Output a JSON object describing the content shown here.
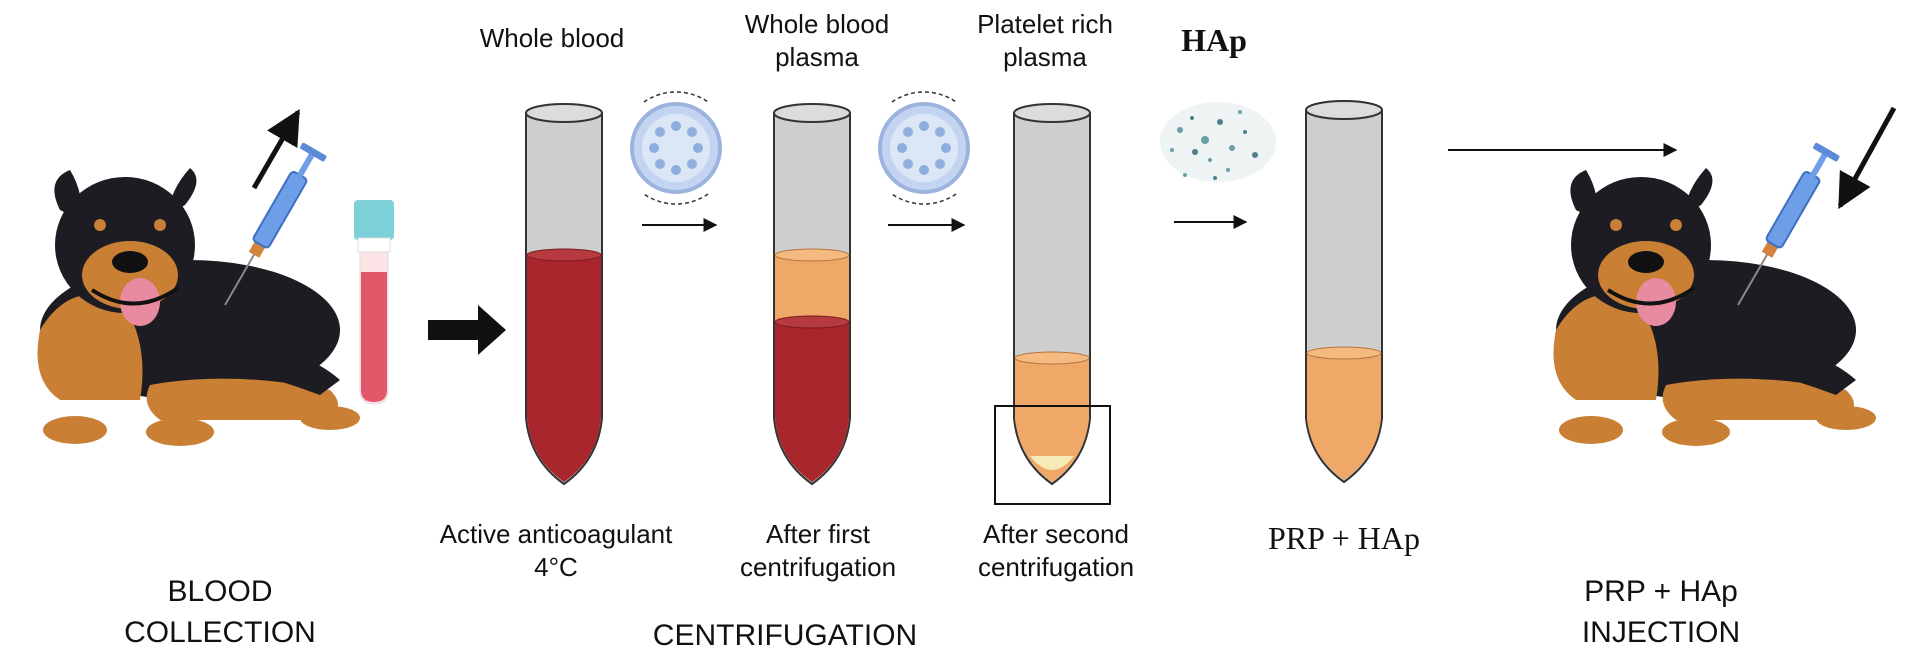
{
  "labels": {
    "whole_blood": "Whole blood",
    "whole_blood_plasma_line1": "Whole blood",
    "whole_blood_plasma_line2": "plasma",
    "prp_line1": "Platelet rich",
    "prp_line2": "plasma",
    "hap": "HAp",
    "active_anticoagulant_line1": "Active anticoagulant",
    "active_anticoagulant_line2": "4°C",
    "after_first_line1": "After first",
    "after_first_line2": "centrifugation",
    "after_second_line1": "After second",
    "after_second_line2": "centrifugation",
    "prp_hap": "PRP + HAp",
    "blood_collection_line1": "BLOOD",
    "blood_collection_line2": "COLLECTION",
    "centrifugation": "CENTRIFUGATION",
    "injection_line1": "PRP + HAp",
    "injection_line2": "INJECTION"
  },
  "colors": {
    "blood": "#a8262c",
    "plasma": "#f0a868",
    "tube_glass": "#cfcfcf",
    "tube_outline": "#333333",
    "rotor": "#b9cdee",
    "syringe": "#6f9ee8",
    "dog_black": "#1c1c22",
    "dog_tan": "#c97f34"
  },
  "icons": [
    "dog-icon",
    "syringe-icon",
    "vacutainer-tube-icon",
    "centrifuge-rotor-icon",
    "hap-powder-icon",
    "arrow-icon"
  ]
}
